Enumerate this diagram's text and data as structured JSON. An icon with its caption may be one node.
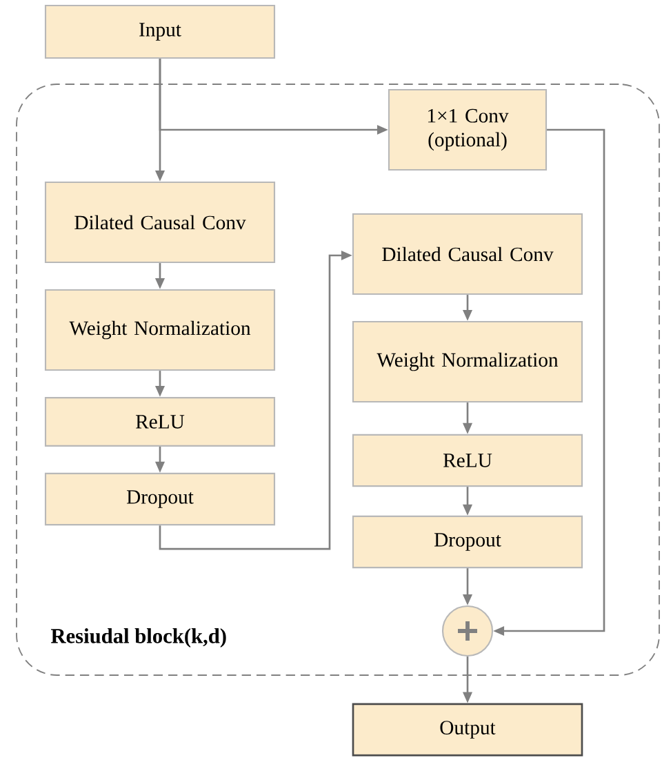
{
  "diagram": {
    "nodes": [
      {
        "text": [
          "Input"
        ]
      },
      {
        "text": [
          "Resiudal block(k,d)"
        ]
      },
      {
        "text": [
          "1×1 Conv (optional)"
        ],
        "in": 1
      },
      {
        "text": [
          "Dilated Causal Conv"
        ],
        "in": 1
      },
      {
        "text": [
          "Weight Normalization"
        ],
        "in": 1
      },
      {
        "text": [
          "ReLU"
        ],
        "in": 1
      },
      {
        "text": [
          "Dropout"
        ],
        "in": 1
      },
      {
        "text": [
          "Dilated Causal Conv"
        ],
        "in": 1
      },
      {
        "text": [
          "Weight Normalization"
        ],
        "in": 1
      },
      {
        "text": [
          "ReLU"
        ],
        "in": 1
      },
      {
        "text": [
          "Dropout"
        ],
        "in": 1
      },
      {
        "text": [],
        "shape": "circle",
        "in": 1
      },
      {
        "text": [
          "Output"
        ]
      }
    ],
    "edges": [
      {
        "from": 0,
        "to": 3,
        "arrow": "to"
      },
      {
        "from": 0,
        "to": 2,
        "arrow": "to"
      },
      {
        "from": 3,
        "to": 4,
        "arrow": "to"
      },
      {
        "from": 4,
        "to": 5,
        "arrow": "to"
      },
      {
        "from": 5,
        "to": 6,
        "arrow": "to"
      },
      {
        "from": 6,
        "to": 7,
        "arrow": "to"
      },
      {
        "from": 7,
        "to": 8,
        "arrow": "to"
      },
      {
        "from": 8,
        "to": 9,
        "arrow": "to"
      },
      {
        "from": 9,
        "to": 10,
        "arrow": "to"
      },
      {
        "from": 10,
        "to": 11,
        "arrow": "to"
      },
      {
        "from": 2,
        "to": 11,
        "arrow": "to"
      },
      {
        "from": 11,
        "to": 12,
        "arrow": "to"
      }
    ]
  }
}
